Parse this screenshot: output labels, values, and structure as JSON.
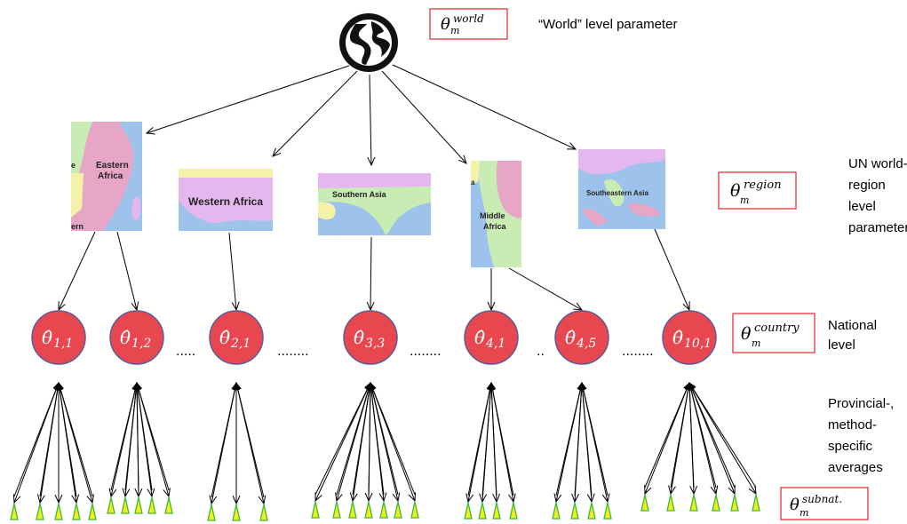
{
  "world": {
    "icon": "globe-icon",
    "theta": "θ",
    "theta_sub": "m",
    "theta_sup": "world",
    "description": "“World” level parameter"
  },
  "regions": [
    {
      "label_lines": [
        "Eastern",
        "Africa"
      ],
      "fragments": [
        "e",
        "ern"
      ]
    },
    {
      "label_lines": [
        "Western Africa"
      ],
      "fragments": []
    },
    {
      "label_lines": [
        "Southern Asia"
      ],
      "fragments": []
    },
    {
      "label_lines": [
        "Middle",
        "Africa"
      ],
      "fragments": [
        "a"
      ]
    },
    {
      "label_lines": [
        "Southeastern Asia"
      ],
      "fragments": []
    }
  ],
  "region_param": {
    "theta": "θ",
    "theta_sub": "m",
    "theta_sup": "region",
    "description_lines": [
      "UN world-",
      "region",
      "level",
      "parameter"
    ]
  },
  "countries": [
    {
      "hat_theta": "θ̂",
      "sub": "1,1"
    },
    {
      "hat_theta": "θ̂",
      "sub": "1,2"
    },
    {
      "hat_theta": "θ̂",
      "sub": "2,1"
    },
    {
      "hat_theta": "θ̂",
      "sub": "3,3"
    },
    {
      "hat_theta": "θ̂",
      "sub": "4,1"
    },
    {
      "hat_theta": "θ̂",
      "sub": "4,5"
    },
    {
      "hat_theta": "θ̂",
      "sub": "10,1"
    }
  ],
  "country_ellipses": [
    ".....",
    "........",
    "........",
    "..",
    "........"
  ],
  "country_param": {
    "theta": "θ",
    "theta_sub": "m",
    "theta_sup": "country",
    "description_lines": [
      "National",
      "level"
    ]
  },
  "subnat_param": {
    "theta": "θ",
    "theta_sub": "m",
    "theta_sup": "subnat.",
    "description_lines": [
      "Provincial-,",
      "method-",
      "specific",
      "averages"
    ]
  },
  "colors": {
    "node_fill": "#e8474f",
    "node_stroke": "#5a5d9e",
    "param_box": "#e0242c",
    "leaf_fill": "#f2ee1e",
    "leaf_stroke": "#3cb83c",
    "globe_dark": "#111111",
    "map_water": "#9dc3ec",
    "map_land_pink": "#e8a6c6",
    "map_land_violet": "#e4b8ee",
    "map_land_yellow": "#f3f2a8",
    "map_land_green": "#c9ecb4"
  }
}
